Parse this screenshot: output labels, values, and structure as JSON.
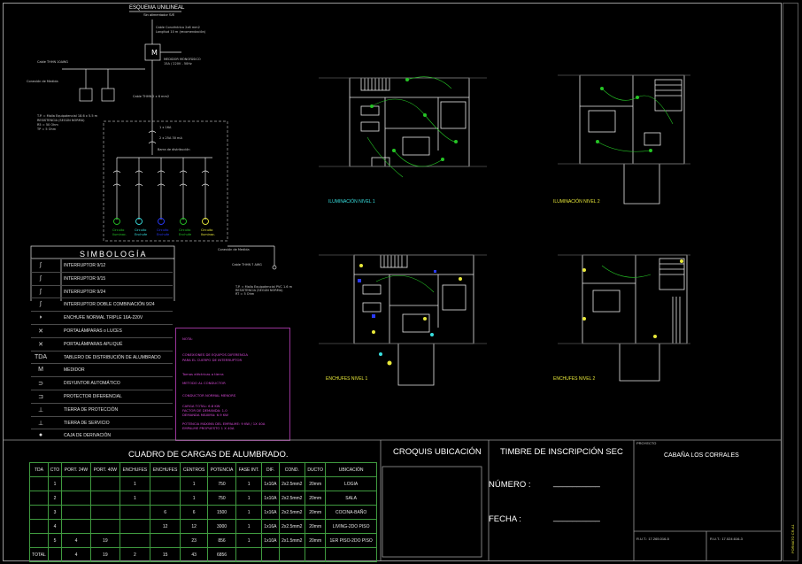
{
  "schema": {
    "title": "ESQUEMA UNILINEAL",
    "subtitle": "Sin alimentador S/E",
    "meter_label": "M"
  },
  "symbols": {
    "title": "SIMBOLOGÍA",
    "items": [
      {
        "icon": "switch-9-12-icon",
        "label": "INTERRUPTOR 9/12"
      },
      {
        "icon": "switch-9-15-icon",
        "label": "INTERRUPTOR 9/15"
      },
      {
        "icon": "switch-9-24-icon",
        "label": "INTERRUPTOR 9/24"
      },
      {
        "icon": "switch-double-icon",
        "label": "INTERRUPTOR DOBLE COMBINACIÓN 9/24"
      },
      {
        "icon": "outlet-icon",
        "label": "ENCHUFE NORMAL TRIPLE 16A-220V"
      },
      {
        "icon": "lamp-icon",
        "label": "PORTALÁMPARAS o LUCES"
      },
      {
        "icon": "wall-lamp-icon",
        "label": "PORTALÁMPARAS APLIQUÉ"
      },
      {
        "icon": "panel-icon",
        "label": "TABLERO DE DISTRIBUCIÓN DE ALUMBRADO"
      },
      {
        "icon": "meter-icon",
        "label": "MEDIDOR"
      },
      {
        "icon": "breaker-icon",
        "label": "DISYUNTOR AUTOMÁTICO"
      },
      {
        "icon": "differential-icon",
        "label": "PROTECTOR DIFERENCIAL"
      },
      {
        "icon": "ground-protection-icon",
        "label": "TIERRA DE PROTECCIÓN"
      },
      {
        "icon": "ground-service-icon",
        "label": "TIERRA DE SERVICIO"
      },
      {
        "icon": "junction-box-icon",
        "label": "CAJA DE DERIVACIÓN"
      }
    ],
    "icon_glyphs": [
      "∫",
      "∫",
      "∫",
      "∫",
      "◗",
      "✕",
      "✕",
      "TDA",
      "M",
      "⊃",
      "⊐",
      "⊥",
      "⊥",
      "●"
    ]
  },
  "plans": {
    "ilum_n1": "ILUMINACIÓN NIVEL 1",
    "ilum_n2": "ILUMINACIÓN NIVEL 2",
    "ench_n1": "ENCHUFES NIVEL 1",
    "ench_n2": "ENCHUFES NIVEL 2"
  },
  "loads_table": {
    "title": "CUADRO DE CARGAS DE ALUMBRADO.",
    "headers": [
      "TDA",
      "CTO",
      "PORT. 24W",
      "PORT. 40W",
      "ENCHUFES",
      "ENCHUFES",
      "CENTROS",
      "POTENCIA",
      "FASE INT.",
      "DIF.",
      "COND.",
      "DUCTO",
      "UBICACIÓN"
    ],
    "rows": [
      [
        "",
        "1",
        "",
        "",
        "1",
        "",
        "1",
        "750",
        "1",
        "1x10A",
        "2x2.5mm2",
        "20mm",
        "LOGIA"
      ],
      [
        "",
        "2",
        "",
        "",
        "1",
        "",
        "1",
        "750",
        "1",
        "1x10A",
        "2x2.5mm2",
        "20mm",
        "SALA"
      ],
      [
        "",
        "3",
        "",
        "",
        "",
        "6",
        "6",
        "1500",
        "1",
        "1x16A",
        "2x2.5mm2",
        "20mm",
        "COCINA-BAÑO"
      ],
      [
        "",
        "4",
        "",
        "",
        "",
        "12",
        "12",
        "3000",
        "1",
        "1x16A",
        "2x2.5mm2",
        "20mm",
        "LIVING-2DO PISO"
      ],
      [
        "",
        "5",
        "4",
        "19",
        "",
        "",
        "23",
        "856",
        "1",
        "1x10A",
        "2x1.5mm2",
        "20mm",
        "1ER PISO-2DO PISO"
      ]
    ],
    "total": [
      "TOTAL",
      "",
      "4",
      "19",
      "2",
      "15",
      "43",
      "6856",
      "",
      "",
      "",
      "",
      ""
    ]
  },
  "croquis": {
    "title": "CROQUIS UBICACIÓN"
  },
  "timbre": {
    "title": "TIMBRE DE INSCRIPCIÓN SEC",
    "numero_label": "NÚMERO :",
    "fecha_label": "FECHA :",
    "blank": "__________"
  },
  "proyecto": {
    "header": "PROYECTO",
    "name": "CABAÑA LOS CORRALES",
    "rut_left": "R.U.T.: 17.265.016-5",
    "rut_right": "R.U.T.: 17.024.616-3",
    "vertical": "FORMATO CR-A1"
  },
  "colors": {
    "lines": "#e8e8e8",
    "green": "#25c425",
    "magenta": "#d84ad8",
    "yellow": "#e9e93a",
    "cyan": "#38e0e0",
    "blue": "#2a3aff"
  }
}
